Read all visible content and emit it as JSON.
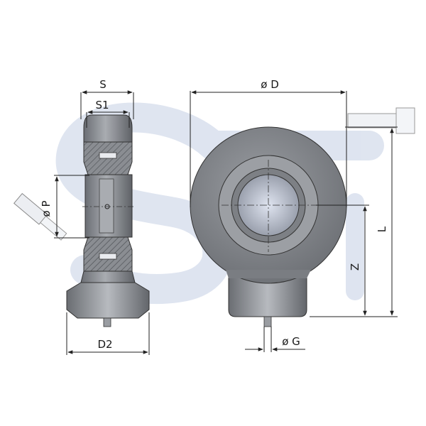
{
  "labels": {
    "s": "S",
    "s1": "S1",
    "d": "ø D",
    "p": "ø P",
    "l": "L",
    "z": "Z",
    "d2": "D2",
    "g": "ø G"
  },
  "colors": {
    "steel_dark": "#6f7278",
    "steel_mid": "#8e9196",
    "steel_light": "#b9bcc1",
    "watermark": "#c9d3e6",
    "line": "#222222",
    "hatch": "#5a5d62"
  }
}
